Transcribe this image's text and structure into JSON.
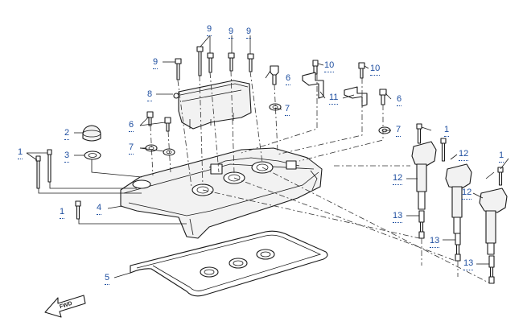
{
  "callouts": {
    "c1a": "1",
    "c1b": "1",
    "c1c": "1",
    "c1d": "1",
    "c2": "2",
    "c3": "3",
    "c4": "4",
    "c5": "5",
    "c6a": "6",
    "c6b": "6",
    "c6c": "6",
    "c7a": "7",
    "c7b": "7",
    "c7c": "7",
    "c8": "8",
    "c9a": "9",
    "c9b": "9",
    "c9c": "9",
    "c9d": "9",
    "c10a": "10",
    "c10b": "10",
    "c11": "11",
    "c12a": "12",
    "c12b": "12",
    "c12c": "12",
    "c13a": "13",
    "c13b": "13",
    "c13c": "13"
  },
  "fwd_label": "FWD",
  "colors": {
    "callout": "#1f4fa0",
    "line": "#1a1a1a",
    "background": "#ffffff"
  }
}
